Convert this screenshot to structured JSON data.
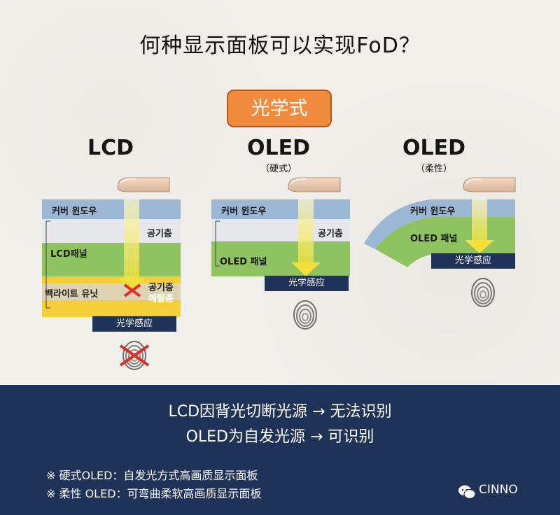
{
  "title": "何种显示面板可以实现FoD？",
  "badge": "光学式",
  "columns": [
    {
      "title": "LCD",
      "sub": "",
      "layers": [
        "커버 윈도우",
        "공기층",
        "LCD패널",
        "백라이트 유닛",
        "공기층",
        "메탈층"
      ],
      "sensor": "光学感应"
    },
    {
      "title": "OLED",
      "sub": "（硬式）",
      "layers": [
        "커버 윈도우",
        "공기층",
        "OLED 패널"
      ],
      "sensor": "光学感应"
    },
    {
      "title": "OLED",
      "sub": "（柔性）",
      "layers": [
        "커버 윈도우",
        "OLED 패널"
      ],
      "sensor": "光学感应"
    }
  ],
  "footer": {
    "line1": "LCD因背光切断光源 → 无法识别",
    "line2": "OLED为自发光源 → 可识别",
    "note1": "※ 硬式OLED：自发光方式高画质显示面板",
    "note2": "※ 柔性 OLED：可弯曲柔软高画质显示面板",
    "brand": "CINNO"
  },
  "colors": {
    "cover": "#9bb7d4",
    "panel": "#8fc35f",
    "air": "#e6e7ea",
    "backlight": "#f4cf3a",
    "badge": "#f08a3c",
    "navy": "#1f3258"
  },
  "icons": [
    "finger-icon",
    "light-arrow-icon",
    "fingerprint-icon",
    "blocked-x-icon",
    "wechat-icon"
  ]
}
